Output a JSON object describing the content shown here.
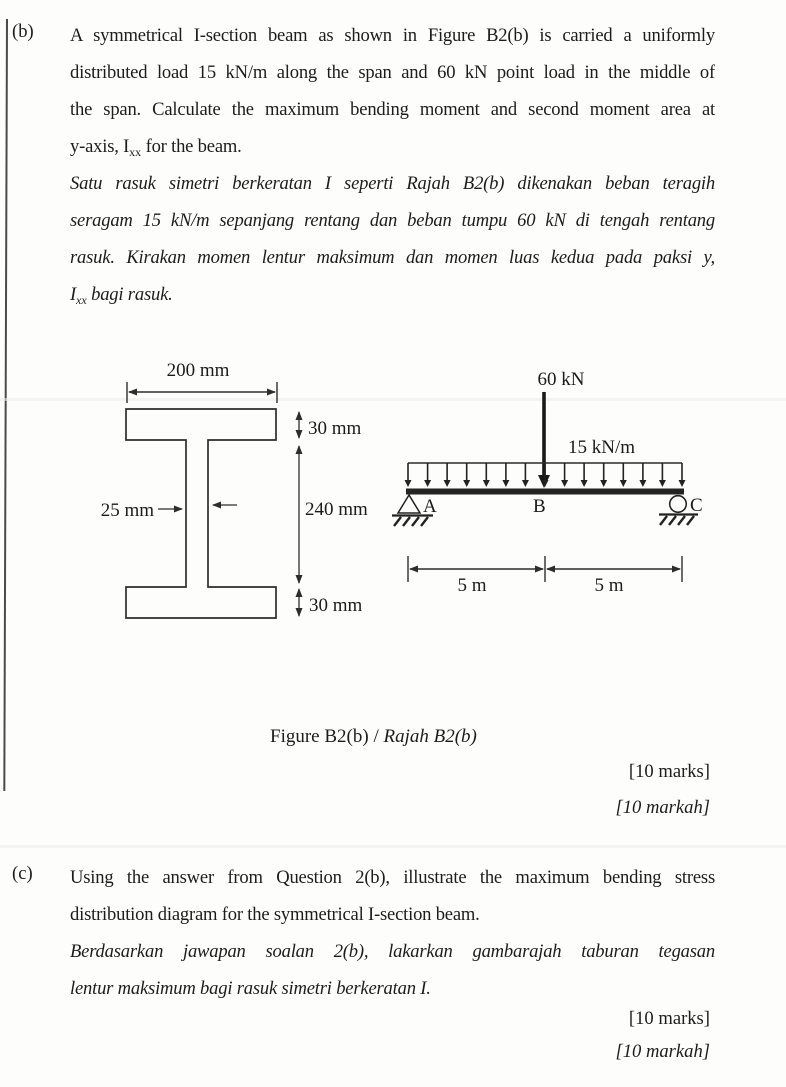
{
  "part_b": {
    "label": "(b)",
    "en": [
      "A symmetrical I-section beam as shown in Figure B2(b) is carried a uniformly",
      "distributed load 15 kN/m along the span and 60 kN point load in the middle of",
      "the span. Calculate the maximum bending moment and second moment area at"
    ],
    "en_last": {
      "pre": "y-axis, I",
      "sub": "xx",
      "post": " for the beam."
    },
    "ms": [
      "Satu rasuk simetri berkeratan I seperti Rajah B2(b) dikenakan beban teragih",
      "seragam 15 kN/m sepanjang rentang dan beban tumpu 60 kN di tengah rentang",
      "rasuk. Kirakan momen lentur maksimum dan momen luas kedua pada paksi y,"
    ],
    "ms_last": {
      "pre": "I",
      "sub": "xx",
      "post": " bagi rasuk."
    },
    "marks_en": "[10 marks]",
    "marks_ms": "[10 markah]"
  },
  "figure": {
    "caption_en": "Figure B2(b)",
    "caption_sep": " / ",
    "caption_ms": "Rajah B2(b)",
    "isection": {
      "width_label": "200 mm",
      "top_flange_label": "30 mm",
      "web_height_label": "240 mm",
      "bottom_flange_label": "30 mm",
      "web_thickness_label": "25 mm"
    },
    "beam": {
      "point_load_label": "60 kN",
      "udl_label": "15 kN/m",
      "support_a_label": "A",
      "midspan_label": "B",
      "support_c_label": "C",
      "left_span_label": "5 m",
      "right_span_label": "5 m"
    }
  },
  "part_c": {
    "label": "(c)",
    "en": [
      "Using the answer from Question 2(b), illustrate the maximum bending stress",
      "distribution diagram for the symmetrical I-section beam."
    ],
    "ms": [
      "Berdasarkan jawapan soalan 2(b), lakarkan gambarajah taburan tegasan",
      "lentur maksimum bagi rasuk simetri berkeratan I."
    ],
    "marks_en": "[10 marks]",
    "marks_ms": "[10 markah]"
  }
}
